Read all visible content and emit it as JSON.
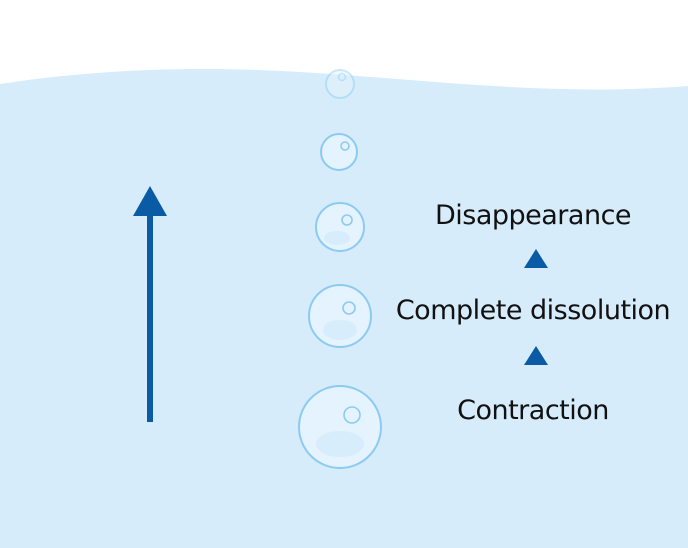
{
  "diagram": {
    "stages": [
      {
        "label": "Disappearance"
      },
      {
        "label": "Complete dissolution"
      },
      {
        "label": "Contraction"
      }
    ],
    "colors": {
      "water": "#d6ecfb",
      "background": "#ffffff",
      "arrow": "#0b5aa6",
      "bubble_stroke": "#8ccbf1",
      "bubble_fill": "#e4f3fd",
      "text": "#111111"
    }
  }
}
